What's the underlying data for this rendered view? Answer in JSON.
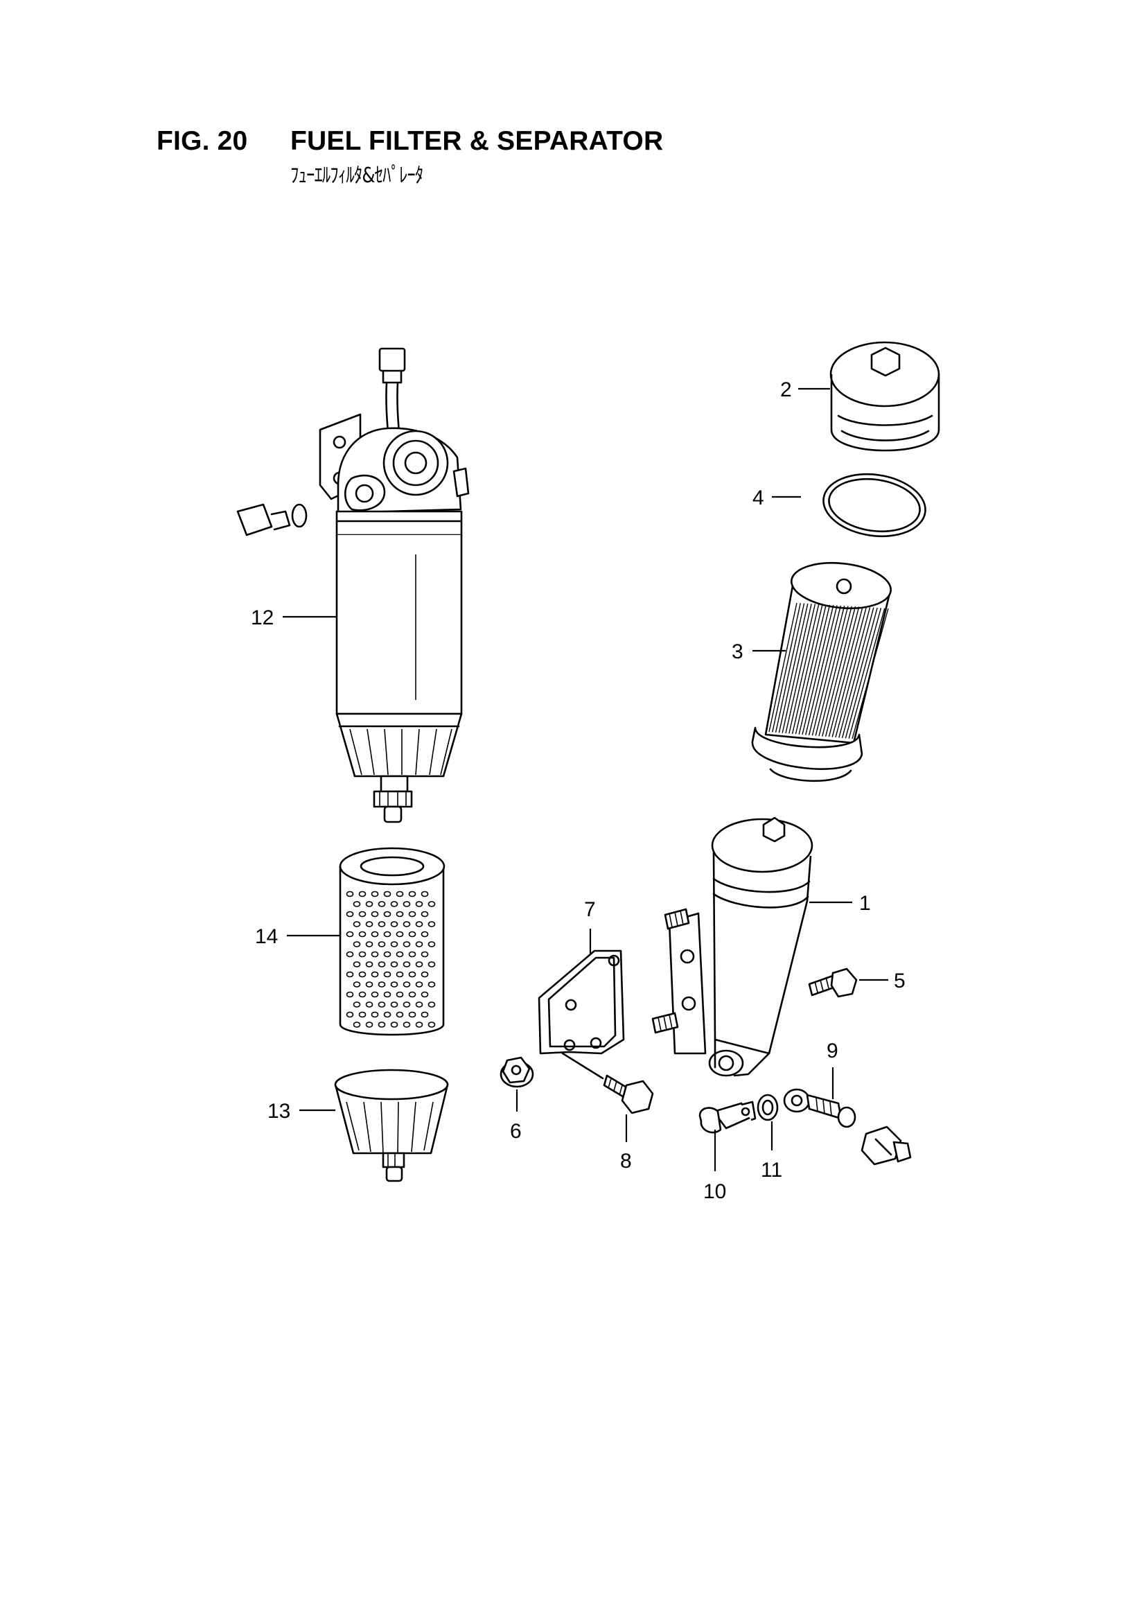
{
  "header": {
    "fig_number": "FIG. 20",
    "title": "FUEL FILTER & SEPARATOR",
    "title_jp": "ﾌｭｰｴﾙﾌｨﾙﾀ&ｾﾊﾟﾚｰﾀ"
  },
  "callouts": {
    "p1": "1",
    "p2": "2",
    "p3": "3",
    "p4": "4",
    "p5": "5",
    "p6": "6",
    "p7": "7",
    "p8": "8",
    "p9": "9",
    "p10": "10",
    "p11": "11",
    "p12": "12",
    "p13": "13",
    "p14": "14"
  }
}
